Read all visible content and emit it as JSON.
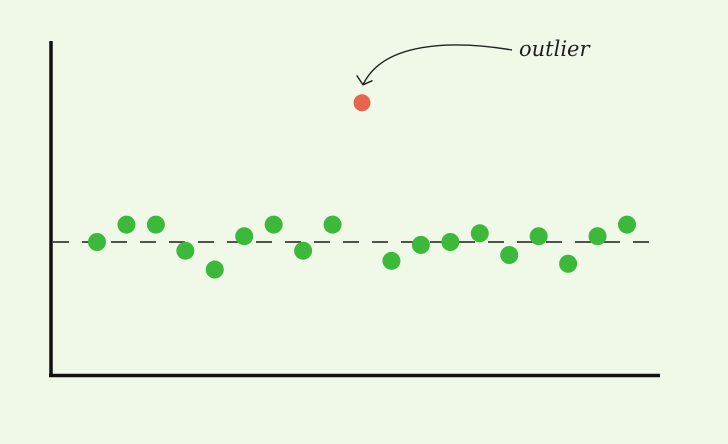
{
  "chart_data": {
    "type": "scatter",
    "title": "",
    "xlabel": "",
    "ylabel": "",
    "grid": false,
    "x_range": [
      -0.6,
      20
    ],
    "y_range": [
      -3.5,
      7
    ],
    "reference_line": {
      "y": 0,
      "style": "dashed"
    },
    "series": [
      {
        "role": "normal",
        "color": "#3cb83a",
        "points": [
          {
            "x": 0,
            "y": 0
          },
          {
            "x": 1,
            "y": 0.6
          },
          {
            "x": 2,
            "y": 0.6
          },
          {
            "x": 3,
            "y": -0.3
          },
          {
            "x": 4,
            "y": -0.95
          },
          {
            "x": 5,
            "y": 0.2
          },
          {
            "x": 6,
            "y": 0.6
          },
          {
            "x": 7,
            "y": -0.3
          },
          {
            "x": 8,
            "y": 0.6
          },
          {
            "x": 10,
            "y": -0.65
          },
          {
            "x": 11,
            "y": -0.1
          },
          {
            "x": 12,
            "y": 0
          },
          {
            "x": 13,
            "y": 0.3
          },
          {
            "x": 14,
            "y": -0.45
          },
          {
            "x": 15,
            "y": 0.2
          },
          {
            "x": 16,
            "y": -0.75
          },
          {
            "x": 17,
            "y": 0.2
          },
          {
            "x": 18,
            "y": 0.6
          }
        ]
      },
      {
        "role": "outlier",
        "color": "#e8644f",
        "points": [
          {
            "x": 9,
            "y": 4.8
          }
        ]
      }
    ],
    "annotations": [
      {
        "text": "outlier",
        "target_series": "outlier",
        "target_index": 0
      }
    ],
    "colors": {
      "background": "#f0f9e8",
      "axis": "#111111",
      "reference_line": "#1a1a1a"
    }
  }
}
